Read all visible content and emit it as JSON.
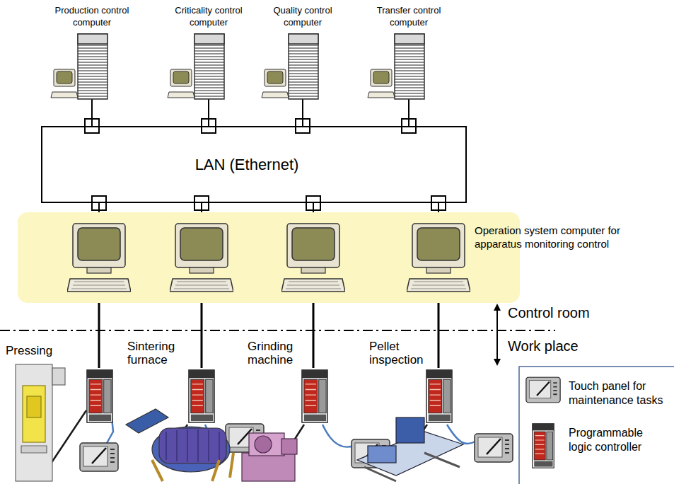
{
  "diagram": {
    "nodes": [
      {
        "text": [
          "Production control computer"
        ]
      },
      {
        "text": [
          "Criticality control computer"
        ]
      },
      {
        "text": [
          "Quality control computer"
        ]
      },
      {
        "text": [
          "Transfer control computer"
        ]
      },
      {
        "text": [
          "LAN (Ethernet)"
        ]
      },
      {
        "text": [
          "Operation system computer for apparatus monitoring control"
        ]
      }
    ],
    "edges": [
      {
        "from": 0,
        "to": 4,
        "arrow": "none"
      },
      {
        "from": 1,
        "to": 4,
        "arrow": "none"
      },
      {
        "from": 2,
        "to": 4,
        "arrow": "none"
      },
      {
        "from": 3,
        "to": 4,
        "arrow": "none"
      },
      {
        "from": 4,
        "to": 5,
        "arrow": "none"
      },
      {
        "from": 4,
        "to": 5,
        "arrow": "none"
      },
      {
        "from": 4,
        "to": 5,
        "arrow": "none"
      },
      {
        "from": 4,
        "to": 5,
        "arrow": "none"
      }
    ],
    "labels": [
      "Control room",
      "Work place",
      "Pressing",
      "Sintering furnace",
      "Grinding machine",
      "Pellet inspection"
    ],
    "legend": [
      {
        "text": "Touch panel for maintenance tasks"
      },
      {
        "text": "Programmable logic controller"
      }
    ]
  }
}
